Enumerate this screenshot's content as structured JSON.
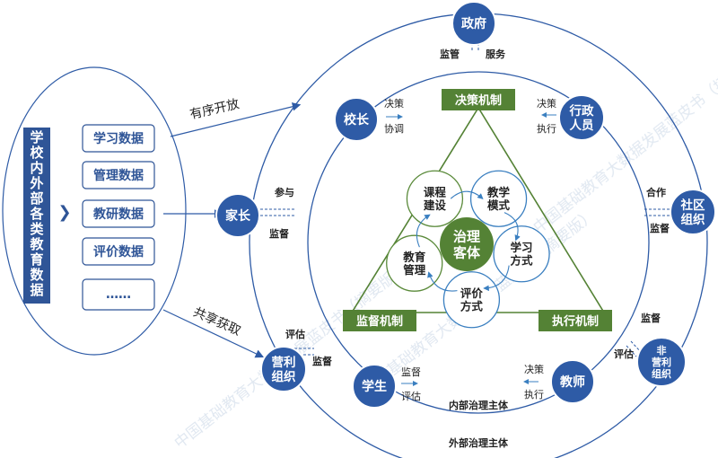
{
  "data_panel": {
    "title": "学校内外部各类教育数据",
    "arrow_glyph": "❯",
    "items": [
      "学习数据",
      "管理数据",
      "教研数据",
      "评价数据",
      "……"
    ]
  },
  "flows": {
    "open": "有序开放",
    "share": "共享获取"
  },
  "rings": {
    "outer_label": "外部治理主体",
    "inner_label": "内部治理主体"
  },
  "mechanisms": {
    "decision": "决策机制",
    "supervision": "监督机制",
    "execution": "执行机制"
  },
  "core": {
    "center": "治理\n客体",
    "petals": [
      "课程\n建设",
      "教学\n模式",
      "学习\n方式",
      "评价\n方式",
      "教育\n管理"
    ]
  },
  "actors": {
    "government": "政府",
    "principal": "校长",
    "admin_staff": "行政\n人员",
    "community_org": "社区\n组织",
    "parents": "家长",
    "for_profit_org": "营利\n组织",
    "student": "学生",
    "teacher": "教师",
    "non_profit_org": "非\n营利\n组织"
  },
  "relations": {
    "gov_supervise": "监管",
    "gov_service": "服务",
    "principal_decide": "决策",
    "principal_coordinate": "协调",
    "admin_decide": "决策",
    "admin_execute": "执行",
    "community_cooperate": "合作",
    "community_supervise": "监督",
    "parents_participate": "参与",
    "parents_supervise": "监督",
    "forprofit_evaluate": "评估",
    "forprofit_supervise": "监督",
    "student_supervise": "监督",
    "student_evaluate": "评估",
    "teacher_decide": "决策",
    "teacher_execute": "执行",
    "nonprofit_supervise": "监督",
    "nonprofit_evaluate": "评估"
  },
  "watermark": "中国基础教育大数据发展蓝皮书（摘要版）",
  "colors": {
    "node_blue": "#2e5ba6",
    "ring_blue": "#2e5ba6",
    "mechanism_green": "#548235",
    "panel_blue": "#2f5597",
    "petal_green": "#5a8a3a",
    "petal_blue": "#3a7fc0",
    "watermark": "#c8d6e6"
  }
}
